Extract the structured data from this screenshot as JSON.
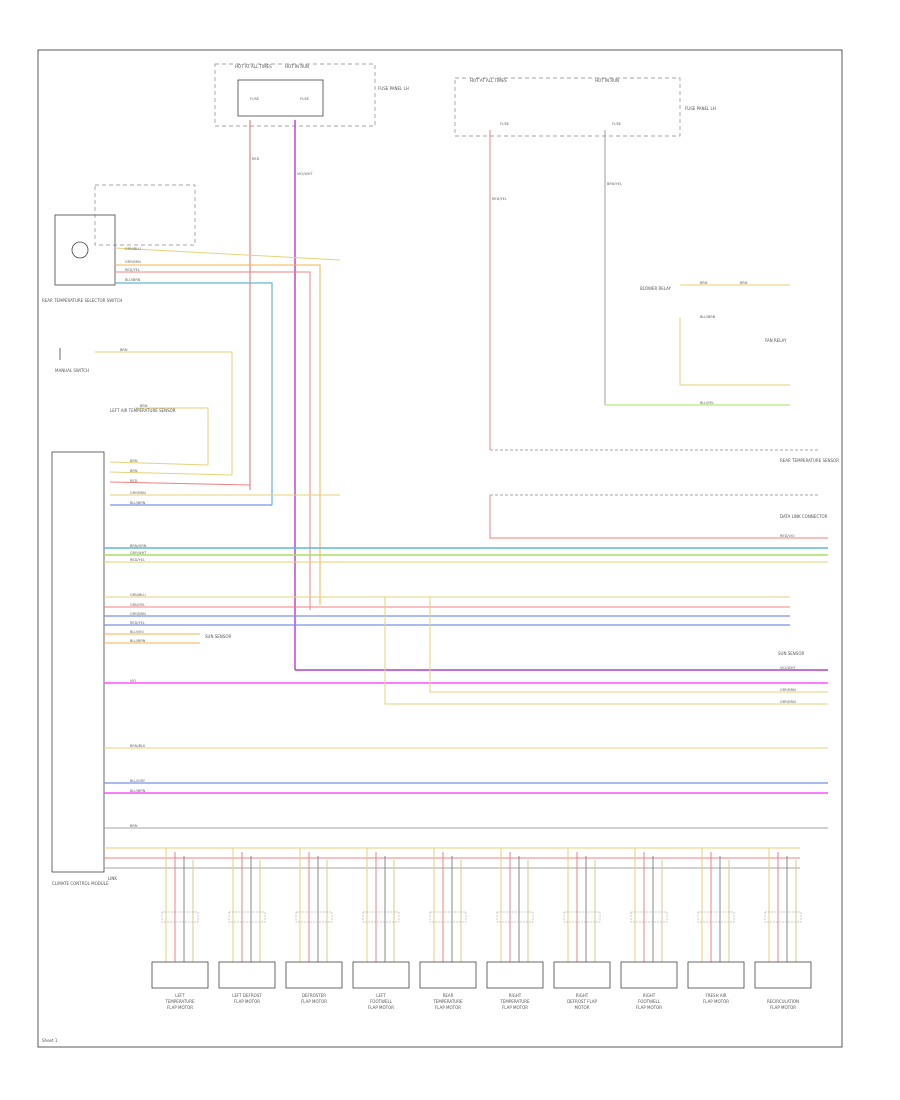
{
  "page": {
    "label": "Sheet 1"
  },
  "fuse_blocks": {
    "top_left": {
      "labels": [
        "HOT AT ALL TIMES",
        "HOT IN RUN",
        "FUSE PANEL LH"
      ],
      "fuses": [
        "FUSE",
        "FUSE"
      ]
    },
    "top_right": {
      "labels": [
        "HOT AT ALL TIMES",
        "HOT IN RUN",
        "FUSE PANEL LH"
      ],
      "fuses": [
        "FUSE",
        "FUSE"
      ]
    }
  },
  "components": {
    "selector_switch": "REAR TEMPERATURE SELECTOR SWITCH",
    "manual_switch": "MANUAL SWITCH",
    "left_air_sensor": "LEFT AIR TEMPERATURE SENSOR",
    "main_module": "CLIMATE CONTROL MODULE",
    "relay_block": "BLOWER RELAY",
    "fan_relay": "FAN RELAY",
    "rear_sensor": "REAR TEMPERATURE SENSOR",
    "sun_sensor": "SUN SENSOR",
    "connector_note": "DATA LINK CONNECTOR",
    "bottom_note": "LINK"
  },
  "wires": {
    "top_left_1": "RED",
    "top_left_2": "VIO/WHT",
    "top_right_1": "RED/YEL",
    "top_right_2": "BRN/YEL",
    "sel_1": "GRN/BLU",
    "sel_2": "GRY/BRN",
    "sel_3": "RED/YEL",
    "sel_4": "BLU/BRN",
    "manual_1": "BRN",
    "air_1": "BRN",
    "mod_1": "BRN",
    "mod_2": "BRN",
    "mod_3": "RED",
    "mod_4": "GRY/BRN",
    "mod_5": "BLU/BRN",
    "relay_1": "BRN",
    "relay_2": "BRN",
    "relay_3": "BLU/BRN",
    "relay_4": "BLU/YEL",
    "bus_1": "RED/VIO",
    "bus_2": "BRN/GRN",
    "bus_3": "GRY/WHT",
    "bus_4": "RED/YEL",
    "bus_5": "GRN/BLU",
    "bus_6": "GRN/YEL",
    "bus_7": "GRY/BRN",
    "bus_8": "RED/YEL",
    "bus_9": "BLU/VIO",
    "bus_10": "BLU/BRN",
    "bus_11": "VIO/WHT",
    "bus_12": "VIO",
    "bus_13": "GRY/BRN",
    "bus_14": "GRY/BRN",
    "bus_15": "BRN/BLU",
    "bus_16": "BLU/GRY",
    "bus_17": "BLU/BRN",
    "bus_18": "BRN"
  },
  "actuators": [
    {
      "label": "LEFT TEMPERATURE FLAP MOTOR"
    },
    {
      "label": "LEFT DEFROST FLAP MOTOR"
    },
    {
      "label": "DEFROSTER FLAP MOTOR"
    },
    {
      "label": "LEFT FOOTWELL FLAP MOTOR"
    },
    {
      "label": "REAR TEMPERATURE FLAP MOTOR"
    },
    {
      "label": "RIGHT TEMPERATURE FLAP MOTOR"
    },
    {
      "label": "RIGHT DEFROST FLAP MOTOR"
    },
    {
      "label": "RIGHT FOOTWELL FLAP MOTOR"
    },
    {
      "label": "FRESH AIR FLAP MOTOR"
    },
    {
      "label": "RECIRCULATION FLAP MOTOR"
    }
  ],
  "colors": {
    "red": "#f08080",
    "violet": "#b040c8",
    "magenta": "#ff50ff",
    "yellow": "#e6d27a",
    "orange": "#f5b050",
    "blue": "#7a90e8",
    "cyan": "#60b8d8",
    "green": "#a8e060",
    "tan": "#d8c890",
    "gray": "#888888"
  }
}
